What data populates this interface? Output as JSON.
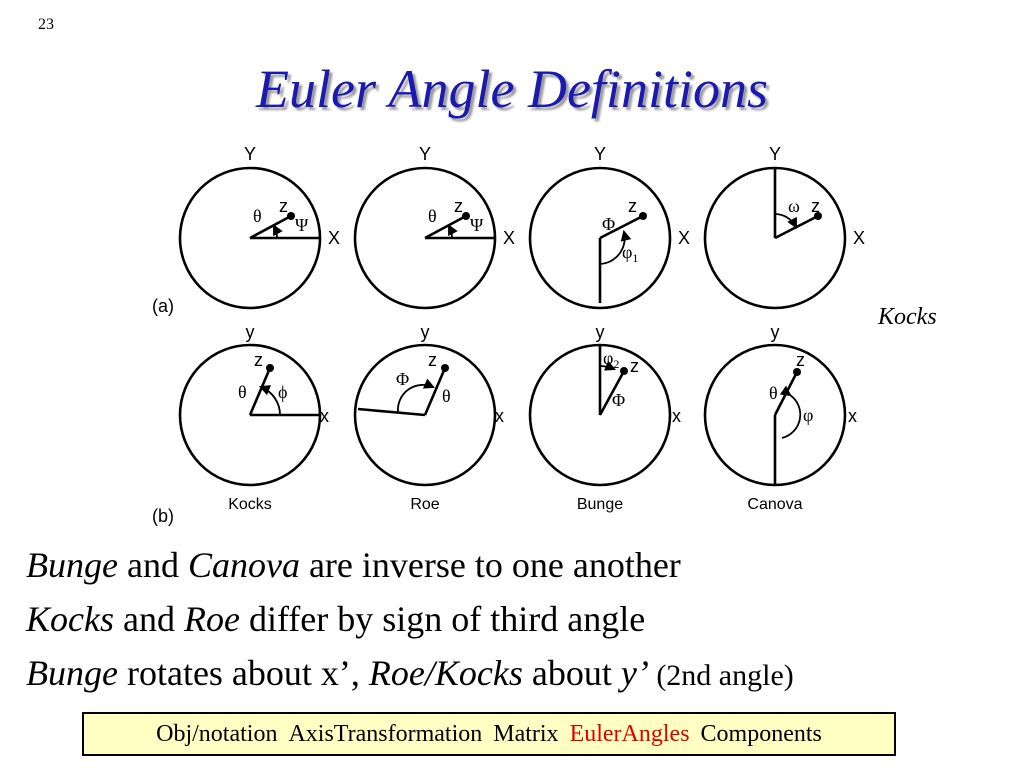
{
  "slide": {
    "number": "23",
    "title": "Euler Angle Definitions"
  },
  "figure": {
    "row_a": {
      "label": "(a)",
      "panels": [
        {
          "axis_y": "Y",
          "axis_x": "X",
          "z": "z",
          "angle1": "θ",
          "angle2": "Ψ"
        },
        {
          "axis_y": "Y",
          "axis_x": "X",
          "z": "z",
          "angle1": "θ",
          "angle2": "Ψ"
        },
        {
          "axis_y": "Y",
          "axis_x": "X",
          "z": "z",
          "angle1": "Φ",
          "angle2": "φ",
          "angle2_sub": "1"
        },
        {
          "axis_y": "Y",
          "axis_x": "X",
          "z": "z",
          "angle1": "ω"
        }
      ]
    },
    "row_b": {
      "label": "(b)",
      "panels": [
        {
          "axis_y": "y",
          "axis_x": "x",
          "z": "z",
          "angle1": "θ",
          "angle2": "ϕ",
          "name": "Kocks"
        },
        {
          "axis_y": "y",
          "axis_x": "x",
          "z": "z",
          "angle1": "Φ",
          "angle2": "θ",
          "name": "Roe"
        },
        {
          "axis_y": "y",
          "axis_x": "x",
          "z": "z",
          "angle1": "φ",
          "angle1_sub": "2",
          "angle2": "Φ",
          "name": "Bunge"
        },
        {
          "axis_y": "y",
          "axis_x": "x",
          "z": "z",
          "angle1": "θ",
          "angle2": "φ",
          "name": "Canova"
        }
      ]
    }
  },
  "side_note": "Kocks",
  "text_lines": {
    "line1": {
      "a": "Bunge",
      "b": " and ",
      "c": "Canova",
      "d": " are inverse to one another"
    },
    "line2": {
      "a": "Kocks",
      "b": " and ",
      "c": "Roe",
      "d": " differ by sign of third angle"
    },
    "line3": {
      "a": "Bunge",
      "b": " rotates about x’, ",
      "c": "Roe/Kocks",
      "d": " about ",
      "e": "y’",
      "f": " (2nd angle)"
    }
  },
  "nav": {
    "items": [
      "Obj/notation",
      "AxisTransformation",
      "Matrix",
      "EulerAngles",
      "Components"
    ],
    "highlight_color": "#e00000",
    "background": "#ffffc4"
  }
}
